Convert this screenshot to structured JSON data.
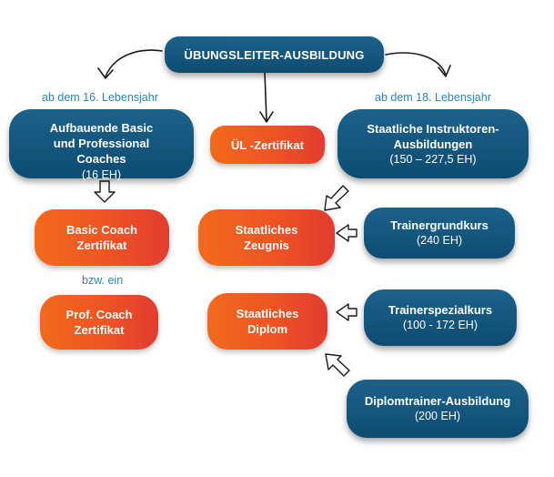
{
  "top": {
    "title": "ÜBUNGSLEITER-AUSBILDUNG"
  },
  "labels": {
    "left": "ab dem 16. Lebensjahr",
    "right": "ab dem 18. Lebensjahr",
    "alt": "bzw. ein"
  },
  "blue_boxes": {
    "aufbauende": {
      "title": "Aufbauende Basic\nund Professional\nCoaches",
      "sub": "(16 EH)"
    },
    "instruktoren": {
      "title": "Staatliche Instruktoren-\nAusbildungen",
      "sub": "(150 – 227,5 EH)"
    },
    "grundkurs": {
      "title": "Trainergrundkurs",
      "sub": "(240 EH)"
    },
    "spezialkurs": {
      "title": "Trainerspezialkurs",
      "sub": "(100 - 172 EH)"
    },
    "diplomtrainer": {
      "title": "Diplomtrainer-Ausbildung",
      "sub": "(200 EH)"
    }
  },
  "orange_boxes": {
    "ul_zertifikat": "ÜL -Zertifikat",
    "basic_coach": "Basic Coach\nZertifikat",
    "prof_coach": "Prof. Coach\nZertifikat",
    "zeugnis": "Staatliches\nZeugnis",
    "diplom": "Staatliches\nDiplom"
  },
  "colors": {
    "blue": "#0e4c72",
    "orange": "#f26a1c",
    "red": "#e23c30",
    "label_blue": "#2d85b0"
  }
}
